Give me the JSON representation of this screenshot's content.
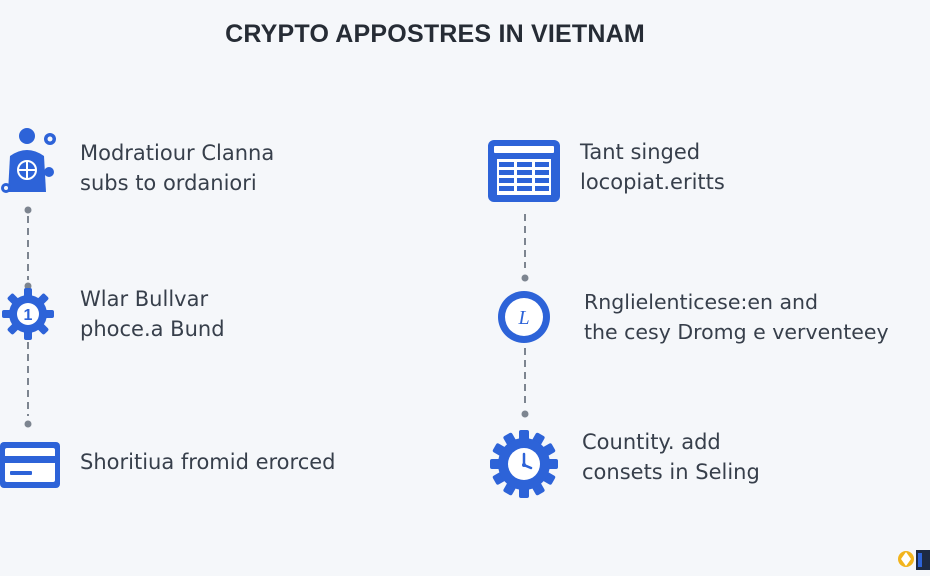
{
  "title": "CRYPTO APPOSTRES IN VIETNAM",
  "colors": {
    "accent": "#2d63d8",
    "connector": "#7d8590",
    "text": "#373f4b"
  },
  "steps_left": [
    {
      "lines": [
        "Modratiour Clanna",
        "subs to ordaniori"
      ],
      "icon": "person-gears-icon"
    },
    {
      "lines": [
        "Wlar Bullvar",
        "phoce.a Bund"
      ],
      "icon": "gear-number-icon",
      "badge": "1"
    },
    {
      "lines": [
        "Shoritiua fromid erorced"
      ],
      "icon": "credit-card-icon"
    }
  ],
  "steps_right": [
    {
      "lines": [
        "Tant singed",
        "locopiat.eritts"
      ],
      "icon": "spreadsheet-icon"
    },
    {
      "lines": [
        "Rnglielenticese:en and",
        "the cesy Dromg e verventeey"
      ],
      "icon": "clock-icon",
      "badge": "L"
    },
    {
      "lines": [
        "Countity. add",
        "consets in Seling"
      ],
      "icon": "gear-clock-icon"
    }
  ]
}
